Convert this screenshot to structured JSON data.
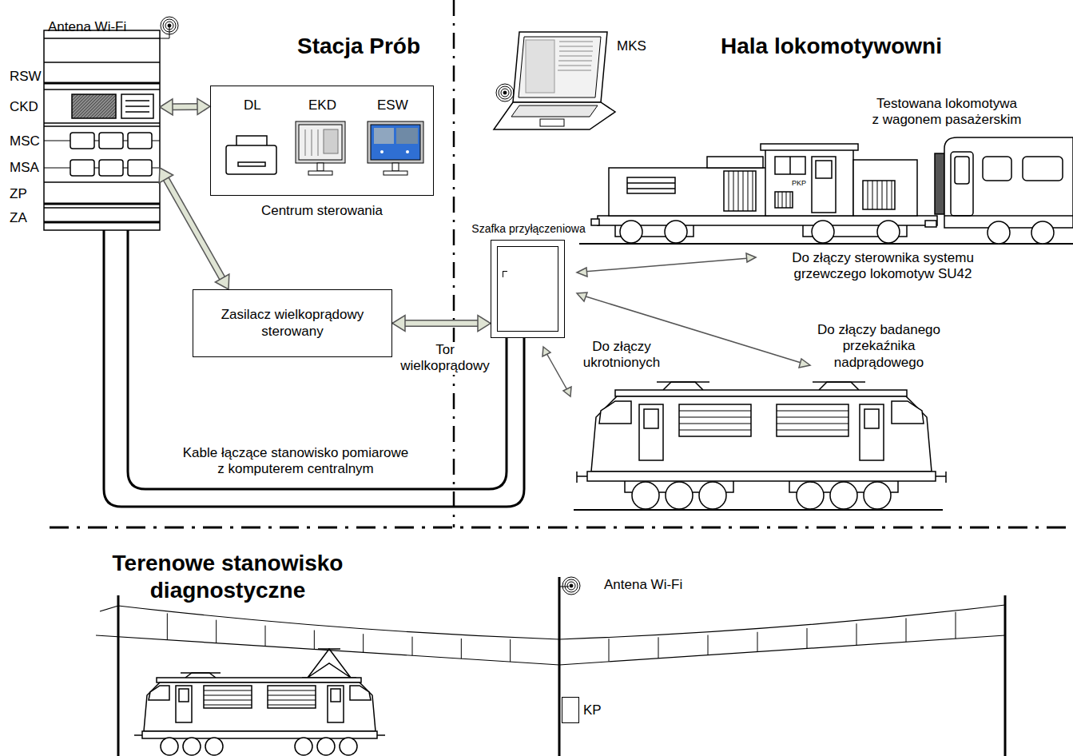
{
  "diagram": {
    "nodes": [
      {
        "text": [
          "RSW"
        ]
      },
      {
        "text": [
          "CKD"
        ]
      },
      {
        "text": [
          "MSC"
        ]
      },
      {
        "text": [
          "MSA"
        ]
      },
      {
        "text": [
          "ZP"
        ]
      },
      {
        "text": [
          "ZA"
        ]
      },
      {
        "text": [
          "Centrum sterowania"
        ]
      },
      {
        "text": [
          "Zasilacz wielkoprądowy sterowany"
        ]
      },
      {
        "text": [
          "Szafka przyłączeniowa"
        ]
      },
      {
        "text": [
          "KP"
        ]
      }
    ],
    "edges": [
      {
        "from": 1,
        "to": 6,
        "arrow": "both"
      },
      {
        "from": 3,
        "to": 7,
        "arrow": "both"
      },
      {
        "from": 7,
        "to": 8,
        "label": "Tor wielkoprądowy",
        "arrow": "both"
      }
    ],
    "labels": [
      "Antena Wi-Fi",
      "Stacja Prób",
      "DL",
      "EKD",
      "ESW",
      "MKS",
      "Hala lokomotywowni",
      "Testowana lokomotywa z wagonem pasażerskim",
      "PKP",
      "Do złączy sterownika systemu grzewczego lokomotyw SU42",
      "Do złączy badanego przekaźnika nadprądowego",
      "Do złączy ukrotnionych",
      "Kable łączące stanowisko pomiarowe z komputerem centralnym",
      "Terenowe stanowisko diagnostyczne",
      "Antena Wi-Fi"
    ]
  }
}
